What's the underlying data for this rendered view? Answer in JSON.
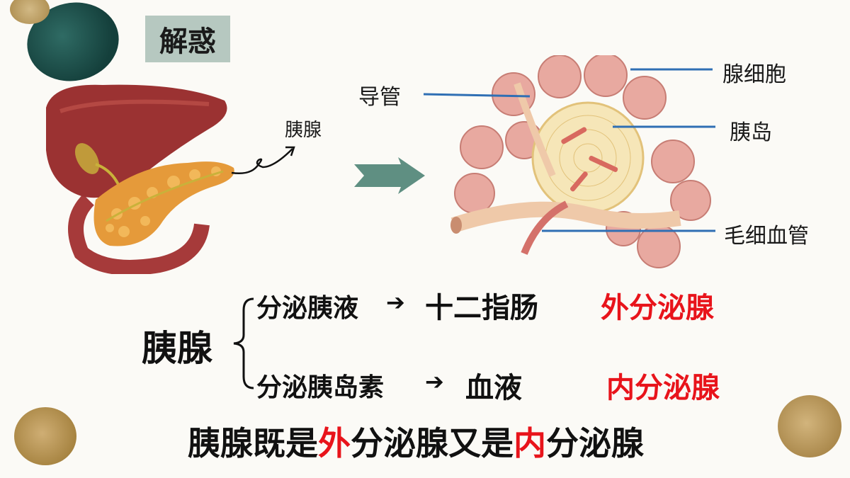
{
  "header": {
    "title": "解惑"
  },
  "left_figure": {
    "pancreas_label": "胰腺"
  },
  "right_figure": {
    "labels": {
      "duct": "导管",
      "acinar_cell": "腺细胞",
      "islet": "胰岛",
      "capillary": "毛细血管"
    }
  },
  "summary": {
    "subject": "胰腺",
    "row1": {
      "action": "分泌胰液",
      "arrow": "➔",
      "target": "十二指肠",
      "type": "外分泌腺"
    },
    "row2": {
      "action": "分泌胰岛素",
      "arrow": "➔",
      "target": "血液",
      "type": "内分泌腺"
    },
    "conclusion": {
      "part1": "胰腺既是",
      "part2": "外",
      "part3": "分泌腺又是",
      "part4": "内",
      "part5": "分泌腺"
    }
  },
  "colors": {
    "title_bg": "#b6c8c0",
    "highlight_red": "#e8141b",
    "arrow_teal": "#5f8f82",
    "leader_blue": "#2f6fb4"
  }
}
